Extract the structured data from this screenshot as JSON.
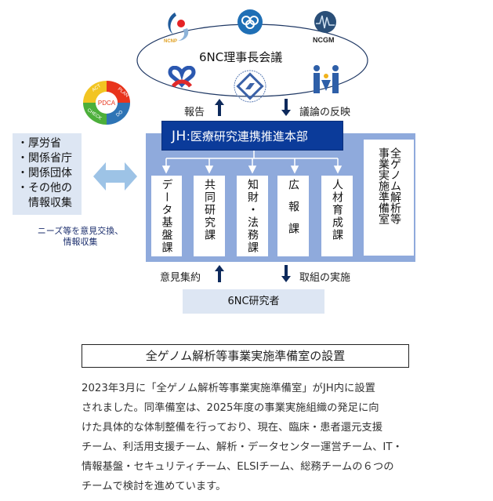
{
  "council": {
    "title": "6NC理事長会議",
    "logos": [
      {
        "name": "ncnp-logo",
        "label": "NCNP"
      },
      {
        "name": "ncc-logo",
        "label": ""
      },
      {
        "name": "ncgm-logo",
        "label": "NCGM"
      },
      {
        "name": "ncvc-logo",
        "label": ""
      },
      {
        "name": "ncgg-logo",
        "label": ""
      },
      {
        "name": "ncchd-logo",
        "label": ""
      }
    ]
  },
  "pdca": {
    "center": "PDCA",
    "segments": [
      "ACT",
      "PLAN",
      "DO",
      "CHECK"
    ],
    "colors": {
      "act": "#F2C522",
      "plan": "#E8341C",
      "do": "#2E74B5",
      "check": "#4CAF3A"
    }
  },
  "arrows_top": {
    "up_label": "報告",
    "down_label": "議論の反映"
  },
  "jh": {
    "prefix": "JH",
    "separator": ":",
    "name": "医療研究連携推進本部"
  },
  "departments": [
    {
      "label": "データ基盤課"
    },
    {
      "label": "共同研究課"
    },
    {
      "label": "知財・法務課"
    },
    {
      "label": "広　報　課"
    },
    {
      "label": "人材育成課"
    }
  ],
  "prep_office": {
    "line1": "全ゲノム解析等",
    "line2": "事業実施準備室"
  },
  "stakeholders": {
    "items": [
      "・厚労省",
      "・関係省庁",
      "・関係団体",
      "・その他の",
      "　情報収集"
    ],
    "caption_line1": "ニーズ等を意見交換、",
    "caption_line2": "情報収集"
  },
  "arrows_bottom": {
    "up_label": "意見集約",
    "down_label": "取組の実施"
  },
  "researchers": {
    "label": "6NC研究者"
  },
  "section": {
    "heading": "全ゲノム解析等事業実施準備室の設置",
    "body_lines": [
      "2023年3月に「全ゲノム解析等事業実施準備室」がJH内に設置",
      "されました。同準備室は、2025年度の事業実施組織の発足に向",
      "けた具体的な体制整備を行っており、現在、臨床・患者還元支援",
      "チーム、利活用支援チーム、解析・データセンター運営チーム、IT・",
      "情報基盤・セキュリティチーム、ELSIチーム、総務チームの６つの",
      "チームで検討を進めています。"
    ]
  },
  "colors": {
    "panel": "#8FAADC",
    "jh_bar": "#0B3B9A",
    "light_box": "#DDE6F3",
    "arrow_dark": "#0E2A5C",
    "double_arrow": "#9DC3E6"
  }
}
